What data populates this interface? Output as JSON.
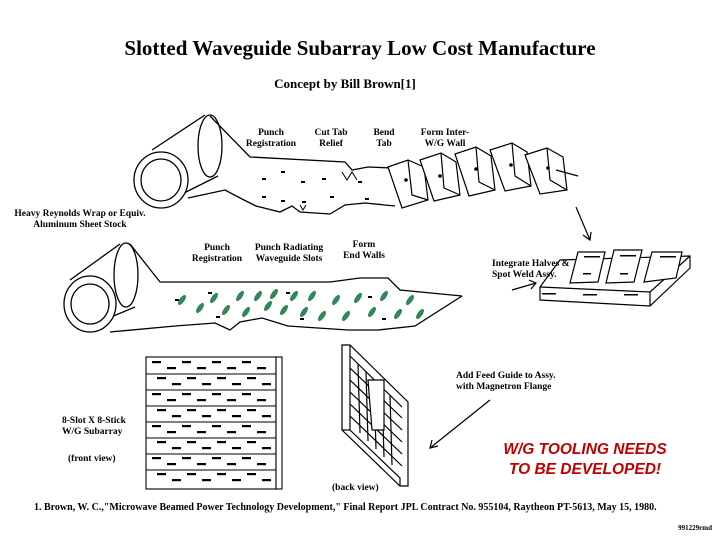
{
  "title": "Slotted Waveguide Subarray Low Cost Manufacture",
  "subtitle": "Concept by Bill Brown[1]",
  "labels": {
    "punch_registration_top": "Punch\nRegistration",
    "cut_tab_relief": "Cut Tab\nRelief",
    "bend_tab": "Bend\nTab",
    "form_inter_wg_wall": "Form Inter-\nW/G Wall",
    "sheet_stock": "Heavy Reynolds Wrap or Equiv.\nAluminum Sheet Stock",
    "punch_registration_bottom": "Punch\nRegistration",
    "punch_radiating_slots": "Punch Radiating\nWaveguide Slots",
    "form_end_walls": "Form\nEnd Walls",
    "integrate_halves": "Integrate Halves &\nSpot Weld Assy.",
    "add_feed_guide": "Add Feed Guide to Assy.\nwith Magnetron Flange",
    "subarray": "8-Slot X 8-Stick\nW/G Subarray",
    "front_view": "(front view)",
    "back_view": "(back view)"
  },
  "tooling_note": "W/G  TOOLING NEEDS\nTO BE DEVELOPED!",
  "reference": "1. Brown, W. C.,\"Microwave Beamed Power Technology Development,\" Final Report JPL Contract No. 955104, Raytheon PT-5613,  May 15, 1980.",
  "doc_code": "991229rmd",
  "colors": {
    "slot_green": "#2e8b57",
    "note_red": "#c00000"
  }
}
